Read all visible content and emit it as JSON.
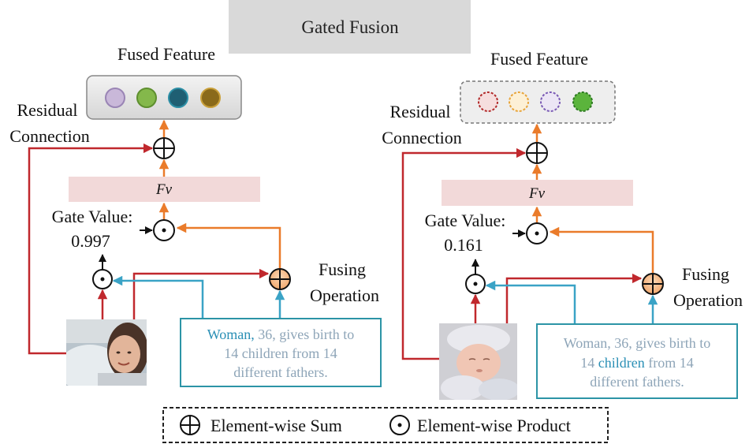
{
  "title": "Gated Fusion",
  "left_panel": {
    "fused_feature_label": "Fused Feature",
    "residual_label_line1": "Residual",
    "residual_label_line2": "Connection",
    "fv_label": "Fv",
    "gate_label": "Gate Value:",
    "gate_value": "0.997",
    "fusing_line1": "Fusing",
    "fusing_line2": "Operation",
    "text_line1_highlight": "Woman,",
    "text_line1_rest": " 36, gives birth to",
    "text_line2": "14 children from 14",
    "text_line3": "different fathers."
  },
  "right_panel": {
    "fused_feature_label": "Fused Feature",
    "residual_label_line1": "Residual",
    "residual_label_line2": "Connection",
    "fv_label": "Fv",
    "gate_label": "Gate Value:",
    "gate_value": "0.161",
    "fusing_line1": "Fusing",
    "fusing_line2": "Operation",
    "text_line1": "Woman, 36, gives  birth to",
    "text_line2_pre": "14 ",
    "text_line2_highlight": "children",
    "text_line2_post": " from 14",
    "text_line3": "different fathers."
  },
  "legend": {
    "sum_label": "Element-wise Sum",
    "product_label": "Element-wise Product"
  },
  "colors": {
    "red_arrow": "#c0282d",
    "orange_arrow": "#ea7b2a",
    "blue_arrow": "#3aa3c6",
    "fv_band": "#f2d9d9",
    "title_bg": "#d9d9d9",
    "text_gray": "#8ea5b8",
    "text_teal": "#2a8fb5",
    "box_teal": "#2c94a6"
  }
}
